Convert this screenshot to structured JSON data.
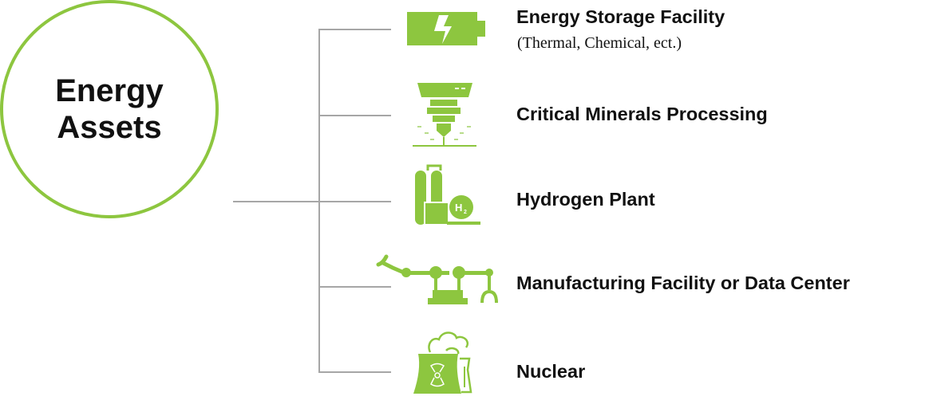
{
  "hub": {
    "label": "Energy Assets"
  },
  "colors": {
    "accent": "#8dc63f",
    "connector": "#a6a6a6"
  },
  "items": [
    {
      "label": "Energy Storage Facility",
      "sublabel": "(Thermal, Chemical, ect.)",
      "icon": "battery-icon"
    },
    {
      "label": "Critical Minerals Processing",
      "icon": "drill-press-icon"
    },
    {
      "label": "Hydrogen Plant",
      "icon": "hydrogen-plant-icon"
    },
    {
      "label": "Manufacturing Facility or Data Center",
      "icon": "robotic-arm-icon"
    },
    {
      "label": "Nuclear",
      "icon": "nuclear-plant-icon"
    }
  ]
}
